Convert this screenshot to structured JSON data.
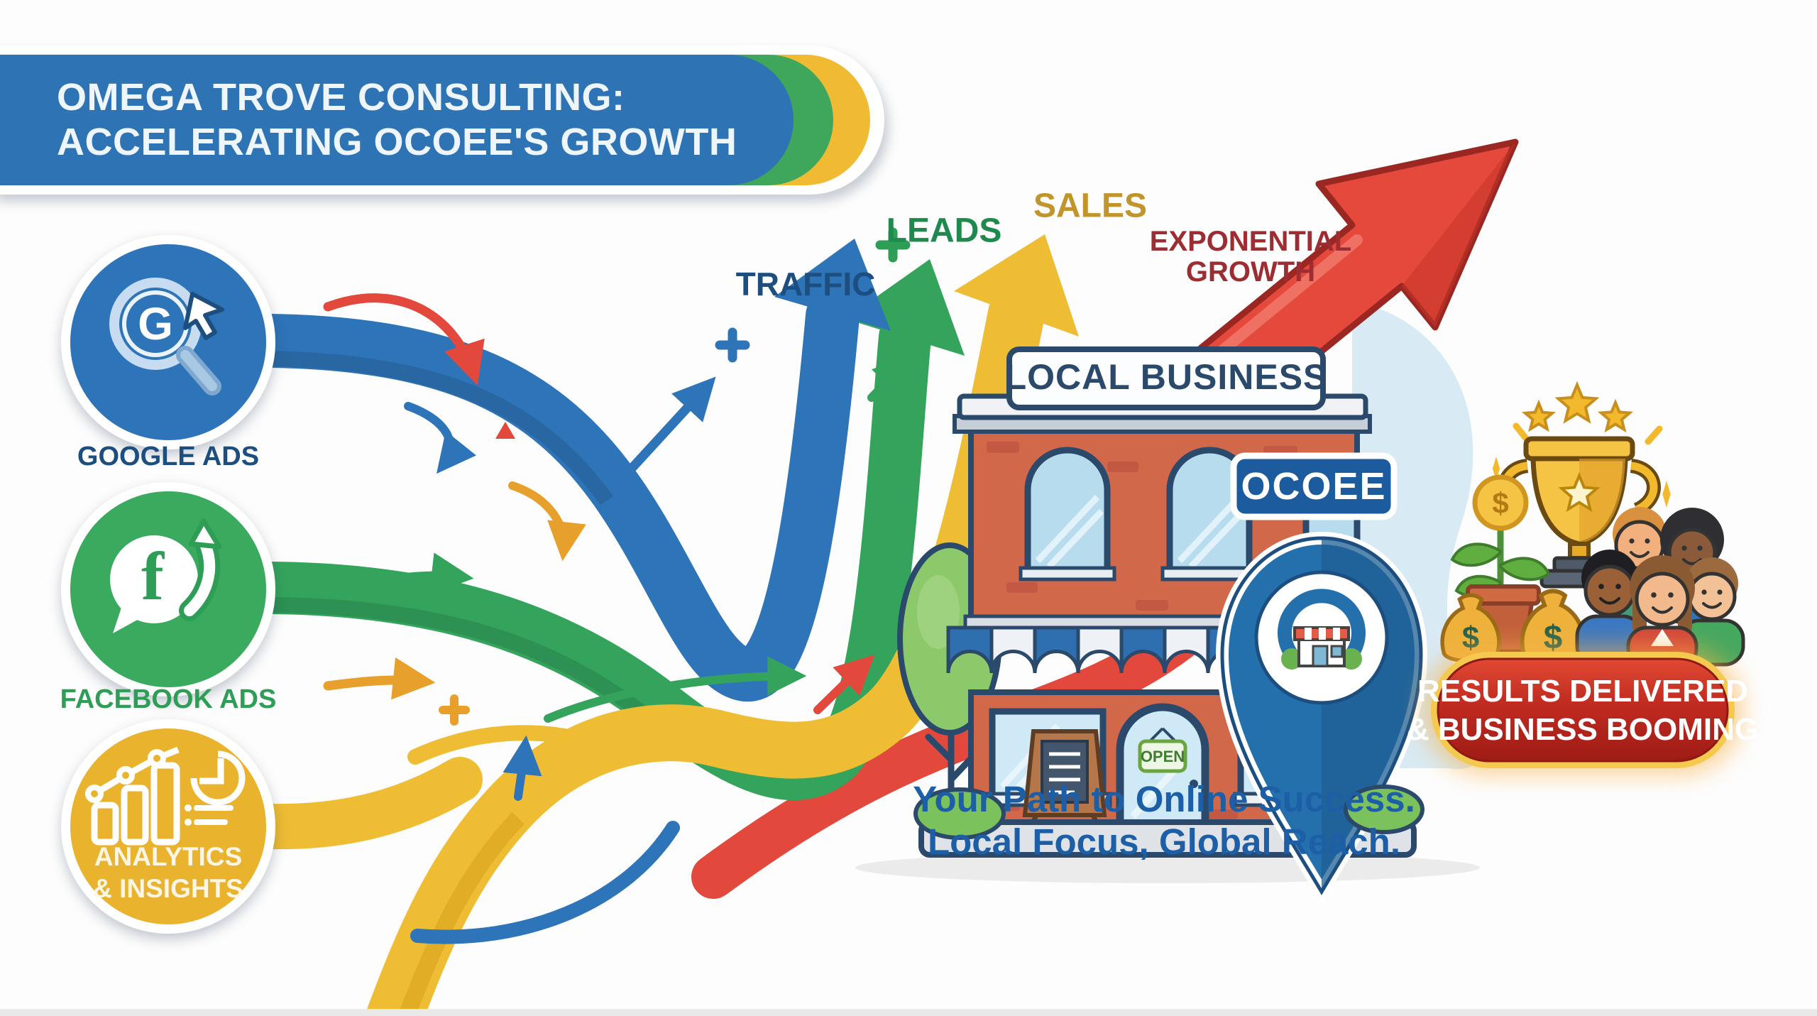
{
  "banner": {
    "line1": "OMEGA TROVE CONSULTING:",
    "line2": "ACCELERATING OCOEE'S GROWTH",
    "bg_blue": "#2e74b5",
    "arc_green": "#3fa75c",
    "arc_yellow": "#f0bb33",
    "text_color": "#eef5fb"
  },
  "sources": [
    {
      "id": "google-ads",
      "label": "GOOGLE ADS",
      "glyph": "G",
      "circle_color": "#2e74b8",
      "label_color": "#1d4e80"
    },
    {
      "id": "facebook-ads",
      "label": "FACEBOOK ADS",
      "glyph": "f",
      "circle_color": "#3aaa5f",
      "label_color": "#2e9e57"
    },
    {
      "id": "analytics-insights",
      "label_line1": "ANALYTICS",
      "label_line2": "& INSIGHTS",
      "circle_color": "#e9b32d",
      "label_color": "#fdf6e6"
    }
  ],
  "flow": {
    "traffic": "TRAFFIC",
    "leads": "LEADS",
    "sales": "SALES",
    "growth_line1": "EXPONENTIAL",
    "growth_line2": "GROWTH",
    "traffic_color": "#1d4e80",
    "leads_color": "#1f8a4d",
    "sales_color": "#c2952b",
    "growth_color": "#9c2d33",
    "arrow_blue": "#2e74b8",
    "arrow_green": "#34a45c",
    "arrow_yellow": "#eebd33",
    "arrow_red": "#e2493c"
  },
  "building": {
    "sign": "LOCAL BUSINESS",
    "badge": "OCOEE",
    "open_sign": "OPEN",
    "brick_color": "#d2684a",
    "awning_blue": "#2e6fb0",
    "outline_navy": "#2b4a6b",
    "pin_blue": "#2470ad"
  },
  "results": {
    "line1": "RESULTS DELIVERED",
    "line2": "& BUSINESS BOOMING",
    "badge_red": "#c02a20",
    "badge_gold": "#f5c84e",
    "money_glyph": "$"
  },
  "tagline": {
    "line1": "Your Path to Online Success.",
    "line2": "Local Focus, Global Reach."
  }
}
